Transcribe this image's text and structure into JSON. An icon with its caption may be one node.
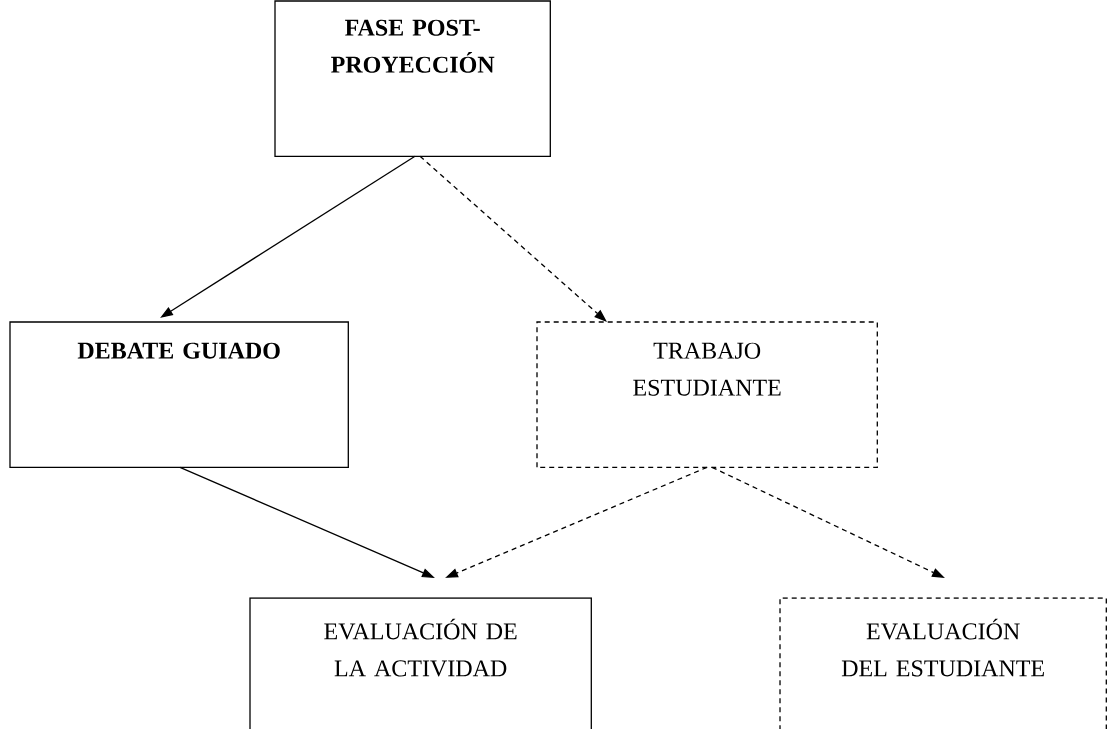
{
  "diagram": {
    "nodes": [
      {
        "text": [
          "FASE POST-PROYECCIÓN"
        ]
      },
      {
        "text": [
          "DEBATE GUIADO"
        ]
      },
      {
        "text": [
          "TRABAJO ESTUDIANTE"
        ]
      },
      {
        "text": [
          "EVALUACIÓN DE LA ACTIVIDAD"
        ]
      },
      {
        "text": [
          "EVALUACIÓN DEL ESTUDIANTE"
        ]
      }
    ],
    "edges": [
      {
        "from": 0,
        "to": 1,
        "arrow": "to"
      },
      {
        "from": 0,
        "to": 2,
        "arrow": "to",
        "style": "dashed"
      },
      {
        "from": 1,
        "to": 3,
        "arrow": "to"
      },
      {
        "from": 2,
        "to": 3,
        "arrow": "to",
        "style": "dashed"
      },
      {
        "from": 2,
        "to": 4,
        "arrow": "to",
        "style": "dashed"
      }
    ]
  }
}
